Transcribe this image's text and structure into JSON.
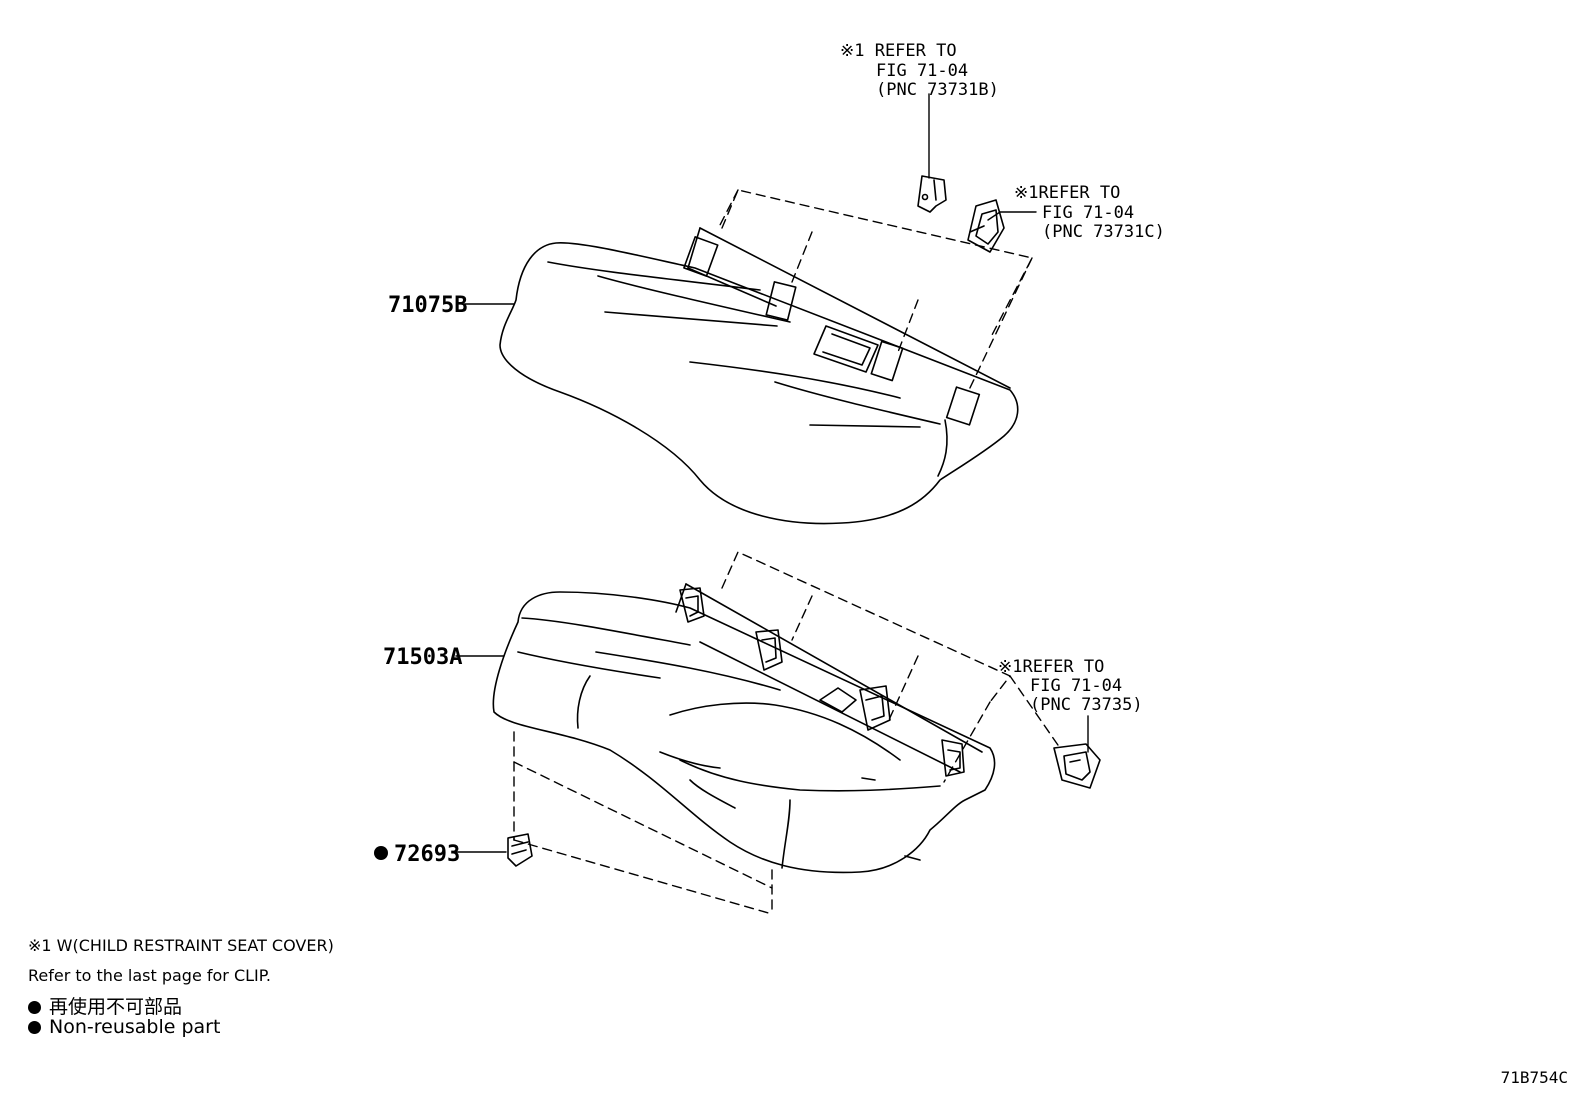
{
  "callouts": {
    "top_b": {
      "line1": "※1 REFER TO",
      "line2": "FIG 71-04",
      "line3": "(PNC 73731B)"
    },
    "top_c": {
      "line1": "※1REFER TO",
      "line2": "FIG 71-04",
      "line3": "(PNC 73731C)"
    },
    "bottom": {
      "line1": "※1REFER TO",
      "line2": "FIG 71-04",
      "line3": "(PNC 73735)"
    }
  },
  "parts": {
    "cover_back": "71075B",
    "cover_cushion": "71503A",
    "clip": "72693"
  },
  "notes": {
    "footnote": "※1 W(CHILD RESTRAINT SEAT COVER)",
    "clip_note": "Refer to the last page for CLIP.",
    "legend_jp": "再使用不可部品",
    "legend_en": "Non-reusable part"
  },
  "figure_code": "71B754C"
}
